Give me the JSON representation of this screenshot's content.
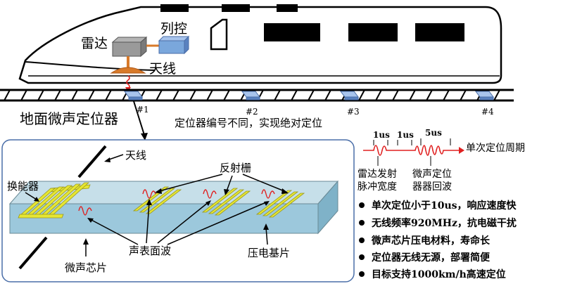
{
  "train": {
    "radar_label": "雷达",
    "control_label": "列控",
    "antenna_label": "天线"
  },
  "track": {
    "markers": [
      "#1",
      "#2",
      "#3",
      "#4"
    ],
    "ground_label": "地面微声定位器",
    "note": "定位器编号不同，实现绝对定位"
  },
  "chip": {
    "antenna_label": "天线",
    "reflector_label": "反射栅",
    "transducer_label": "换能器",
    "saw_label": "声表面波",
    "substrate_label": "压电基片",
    "chip_label": "微声芯片"
  },
  "timing": {
    "t1": "1us",
    "t2": "1us",
    "t3": "5us",
    "cycle_label": "单次定位周期",
    "radar_pulse_label": [
      "雷达发射",
      "脉冲宽度"
    ],
    "echo_label": [
      "微声定位",
      "器器回波"
    ]
  },
  "features": [
    "单次定位小于10us，响应速度快",
    "无线频率920MHz，抗电磁干扰",
    "微声芯片压电材料，寿命长",
    "定位器无线无源，部署简便",
    "目标支持1000km/h高速定位"
  ],
  "colors": {
    "wave": "#e02020",
    "chip_blue": "#9cc8dc",
    "reflector": "#e6e633",
    "device_blue": "#7aa7dc",
    "antenna": "#d87a2a"
  }
}
